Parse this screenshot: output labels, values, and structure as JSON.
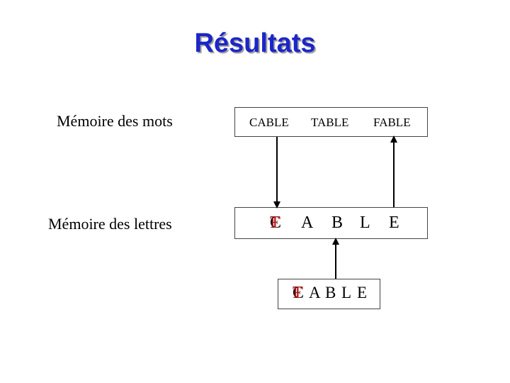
{
  "title": "Résultats",
  "labels": {
    "word_memory": "Mémoire des mots",
    "letter_memory": "Mémoire des lettres"
  },
  "word_box": {
    "words": [
      "CABLE",
      "TABLE",
      "FABLE"
    ]
  },
  "letter_box": {
    "overlap_letters": [
      "C",
      "T",
      "F"
    ],
    "letters": [
      "A",
      "B",
      "L",
      "E"
    ]
  },
  "stimulus_box": {
    "overlap_letters": [
      "C",
      "T",
      "F"
    ],
    "letters": [
      "A",
      "B",
      "L",
      "E"
    ]
  },
  "colors": {
    "title": "#1c26c8",
    "overlap_c": "#000000",
    "overlap_t": "#c01010",
    "overlap_f": "#8a1a1a",
    "arrow": "#000000"
  }
}
